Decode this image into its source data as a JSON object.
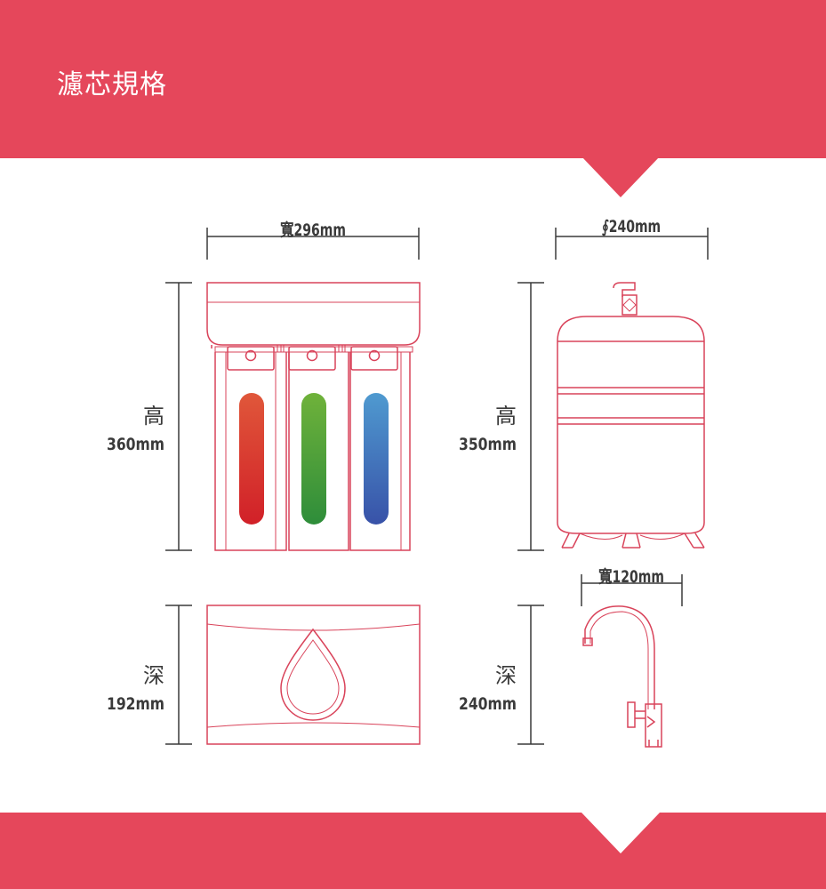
{
  "header": {
    "title": "濾芯規格"
  },
  "colors": {
    "brand": "#e5475b",
    "outline": "#d9435a",
    "dim_line": "#3a3a3a",
    "filter_red": "#d9332d",
    "filter_green": "#3c9a3a",
    "filter_blue": "#3a64b0"
  },
  "filter_unit": {
    "width_label": "寬296mm",
    "height_zh": "高",
    "height_value": "360mm",
    "depth_zh": "深",
    "depth_value": "192mm"
  },
  "tank": {
    "diameter_label": "∮240mm",
    "height_zh": "高",
    "height_value": "350mm"
  },
  "faucet": {
    "width_label": "寬120mm",
    "depth_zh": "深",
    "depth_value": "240mm"
  }
}
